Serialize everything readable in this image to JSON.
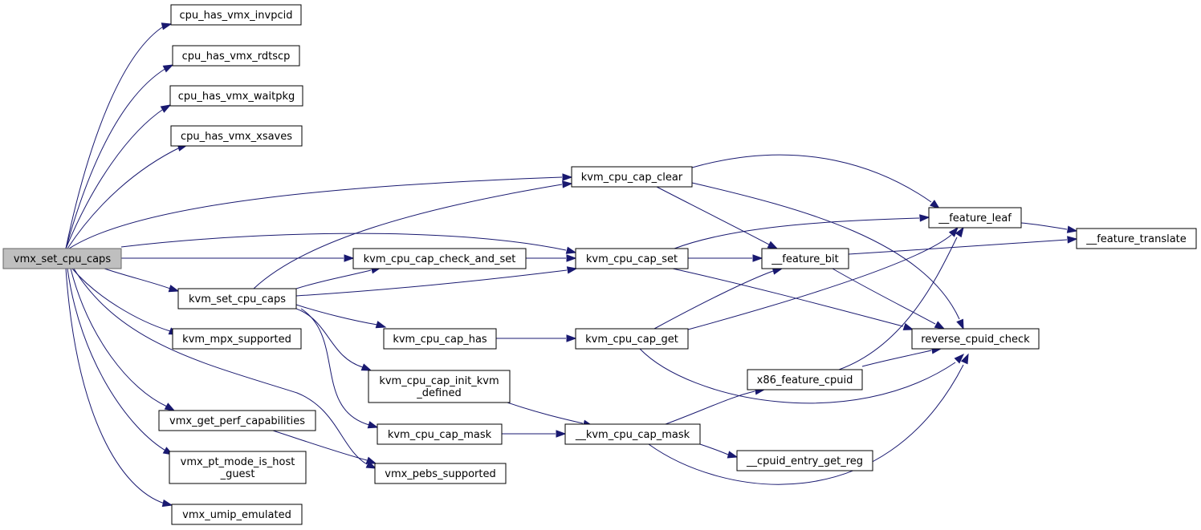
{
  "colors": {
    "edge": "#191970",
    "node_border": "#000000",
    "root_fill": "#bfbfbf",
    "root_border": "#666666",
    "background": "#ffffff"
  },
  "nodes": {
    "root": {
      "lines": [
        "vmx_set_cpu_caps"
      ]
    },
    "invpcid": {
      "lines": [
        "cpu_has_vmx_invpcid"
      ]
    },
    "rdtscp": {
      "lines": [
        "cpu_has_vmx_rdtscp"
      ]
    },
    "waitpkg": {
      "lines": [
        "cpu_has_vmx_waitpkg"
      ]
    },
    "xsaves": {
      "lines": [
        "cpu_has_vmx_xsaves"
      ]
    },
    "cap_clear": {
      "lines": [
        "kvm_cpu_cap_clear"
      ]
    },
    "check_and_set": {
      "lines": [
        "kvm_cpu_cap_check_and_set"
      ]
    },
    "cap_set": {
      "lines": [
        "kvm_cpu_cap_set"
      ]
    },
    "set_cpu_caps": {
      "lines": [
        "kvm_set_cpu_caps"
      ]
    },
    "mpx": {
      "lines": [
        "kvm_mpx_supported"
      ]
    },
    "cap_has": {
      "lines": [
        "kvm_cpu_cap_has"
      ]
    },
    "cap_get": {
      "lines": [
        "kvm_cpu_cap_get"
      ]
    },
    "init_kvm": {
      "lines": [
        "kvm_cpu_cap_init_kvm",
        "_defined"
      ]
    },
    "perf": {
      "lines": [
        "vmx_get_perf_capabilities"
      ]
    },
    "pt_mode": {
      "lines": [
        "vmx_pt_mode_is_host",
        "_guest"
      ]
    },
    "umip": {
      "lines": [
        "vmx_umip_emulated"
      ]
    },
    "cap_mask": {
      "lines": [
        "kvm_cpu_cap_mask"
      ]
    },
    "kvm_cap_mask": {
      "lines": [
        "__kvm_cpu_cap_mask"
      ]
    },
    "pebs": {
      "lines": [
        "vmx_pebs_supported"
      ]
    },
    "feature_leaf": {
      "lines": [
        "__feature_leaf"
      ]
    },
    "feature_bit": {
      "lines": [
        "__feature_bit"
      ]
    },
    "feature_translate": {
      "lines": [
        "__feature_translate"
      ]
    },
    "reverse_check": {
      "lines": [
        "reverse_cpuid_check"
      ]
    },
    "x86_cpuid": {
      "lines": [
        "x86_feature_cpuid"
      ]
    },
    "entry_get_reg": {
      "lines": [
        "__cpuid_entry_get_reg"
      ]
    }
  }
}
